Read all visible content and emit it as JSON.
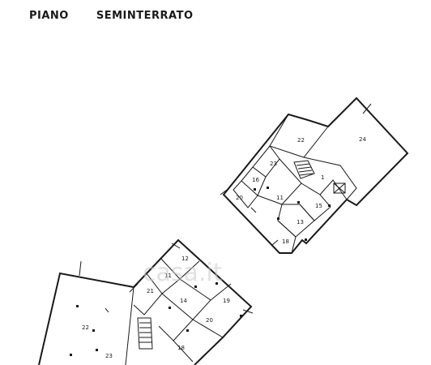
{
  "title": {
    "level": "PIANO",
    "name": "SEMINTERRATO"
  },
  "watermark": "casa.it",
  "north_block": {
    "rooms": [
      "22",
      "24",
      "23",
      "16",
      "1",
      "20",
      "11",
      "15",
      "13",
      "18"
    ]
  },
  "south_block": {
    "rooms": [
      "12",
      "11",
      "21",
      "14",
      "19",
      "20",
      "18",
      "22",
      "23"
    ]
  },
  "colors": {
    "line": "#1a1a1a",
    "background": "#ffffff",
    "watermark": "#c9c9c9"
  }
}
